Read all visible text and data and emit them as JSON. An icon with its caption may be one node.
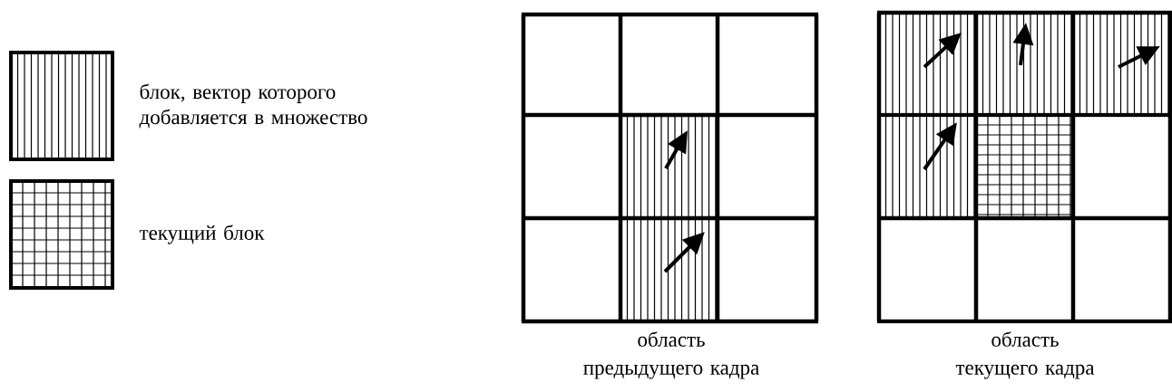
{
  "diagram": {
    "legend": [
      {
        "text": "блок, вектор которого добавляется в множество"
      },
      {
        "text": "текущий блок"
      }
    ],
    "labels": [
      "область предыдущего кадра",
      "область текущего кадра"
    ]
  }
}
